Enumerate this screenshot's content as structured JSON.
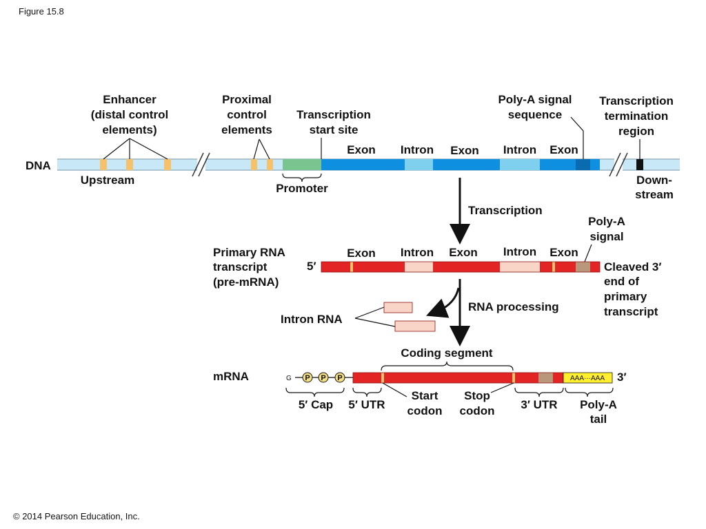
{
  "figure_label": "Figure 15.8",
  "copyright": "© 2014 Pearson Education, Inc.",
  "dna": {
    "label": "DNA",
    "upstream": "Upstream",
    "downstream_1": "Down-",
    "downstream_2": "stream",
    "enhancer_1": "Enhancer",
    "enhancer_2": "(distal control",
    "enhancer_3": "elements)",
    "proximal_1": "Proximal",
    "proximal_2": "control",
    "proximal_3": "elements",
    "tss_1": "Transcription",
    "tss_2": "start site",
    "promoter": "Promoter",
    "polya_signal_1": "Poly-A signal",
    "polya_signal_2": "sequence",
    "term_1": "Transcription",
    "term_2": "termination",
    "term_3": "region",
    "exon_1": "Exon",
    "intron_1": "Intron",
    "exon_2": "Exon",
    "intron_2": "Intron",
    "exon_3": "Exon"
  },
  "transcription": "Transcription",
  "pre_mrna": {
    "label_1": "Primary RNA",
    "label_2": "transcript",
    "label_3": "(pre-mRNA)",
    "five_prime": "5′",
    "exon_1": "Exon",
    "intron_1": "Intron",
    "exon_2": "Exon",
    "intron_2": "Intron",
    "exon_3": "Exon",
    "polya_1": "Poly-A",
    "polya_2": "signal",
    "cleaved_1": "Cleaved 3′",
    "cleaved_2": "end of",
    "cleaved_3": "primary",
    "cleaved_4": "transcript"
  },
  "processing": {
    "label": "RNA processing",
    "intron_rna": "Intron RNA"
  },
  "mrna": {
    "label": "mRNA",
    "coding_segment": "Coding segment",
    "cap_g": "G",
    "p": "P",
    "tail_text": "AAA···AAA",
    "three_prime": "3′",
    "five_cap": "5′ Cap",
    "five_utr": "5′ UTR",
    "start_1": "Start",
    "start_2": "codon",
    "stop_1": "Stop",
    "stop_2": "codon",
    "three_utr": "3′ UTR",
    "tail_1": "Poly-A",
    "tail_2": "tail"
  },
  "colors": {
    "exon": "#0f8fe0",
    "intron": "#7fcfee",
    "dna_backbone": "#c8e8f8",
    "control_element": "#f5c26b",
    "promoter": "#79c48f",
    "rna_exon": "#e32424",
    "rna_intron": "#f8d5c6",
    "polya_signal": "#b8977a",
    "tail": "#ffef2e"
  }
}
